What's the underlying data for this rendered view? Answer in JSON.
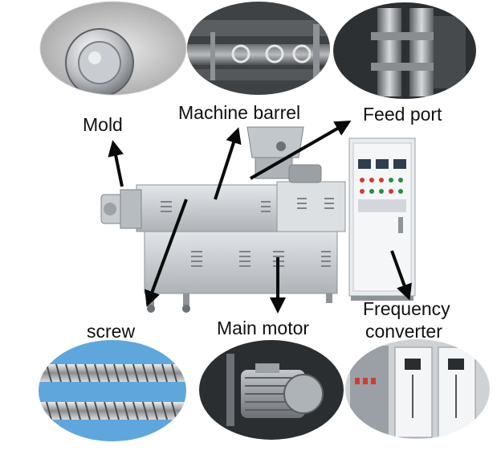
{
  "labels": {
    "mold": "Mold",
    "machine_barrel": "Machine barrel",
    "feed_port": "Feed port",
    "screw": "screw",
    "main_motor": "Main motor",
    "frequency_converter_line1": "Frequency",
    "frequency_converter_line2": "converter"
  },
  "colors": {
    "background": "#ffffff",
    "label_text": "#111111",
    "arrow": "#0a0a0a",
    "steel_light": "#d7dadd",
    "steel_mid": "#aeb3b8",
    "steel_dark": "#7d838a",
    "cabinet_panel": "#e9ecef",
    "screw_background": "#5fa6dd"
  },
  "icons": [
    "mold-photo-icon",
    "machine-barrel-photo-icon",
    "feed-port-photo-icon",
    "screw-photo-icon",
    "main-motor-photo-icon",
    "frequency-converter-photo-icon",
    "extruder-machine-illustration",
    "control-cabinet-illustration"
  ]
}
